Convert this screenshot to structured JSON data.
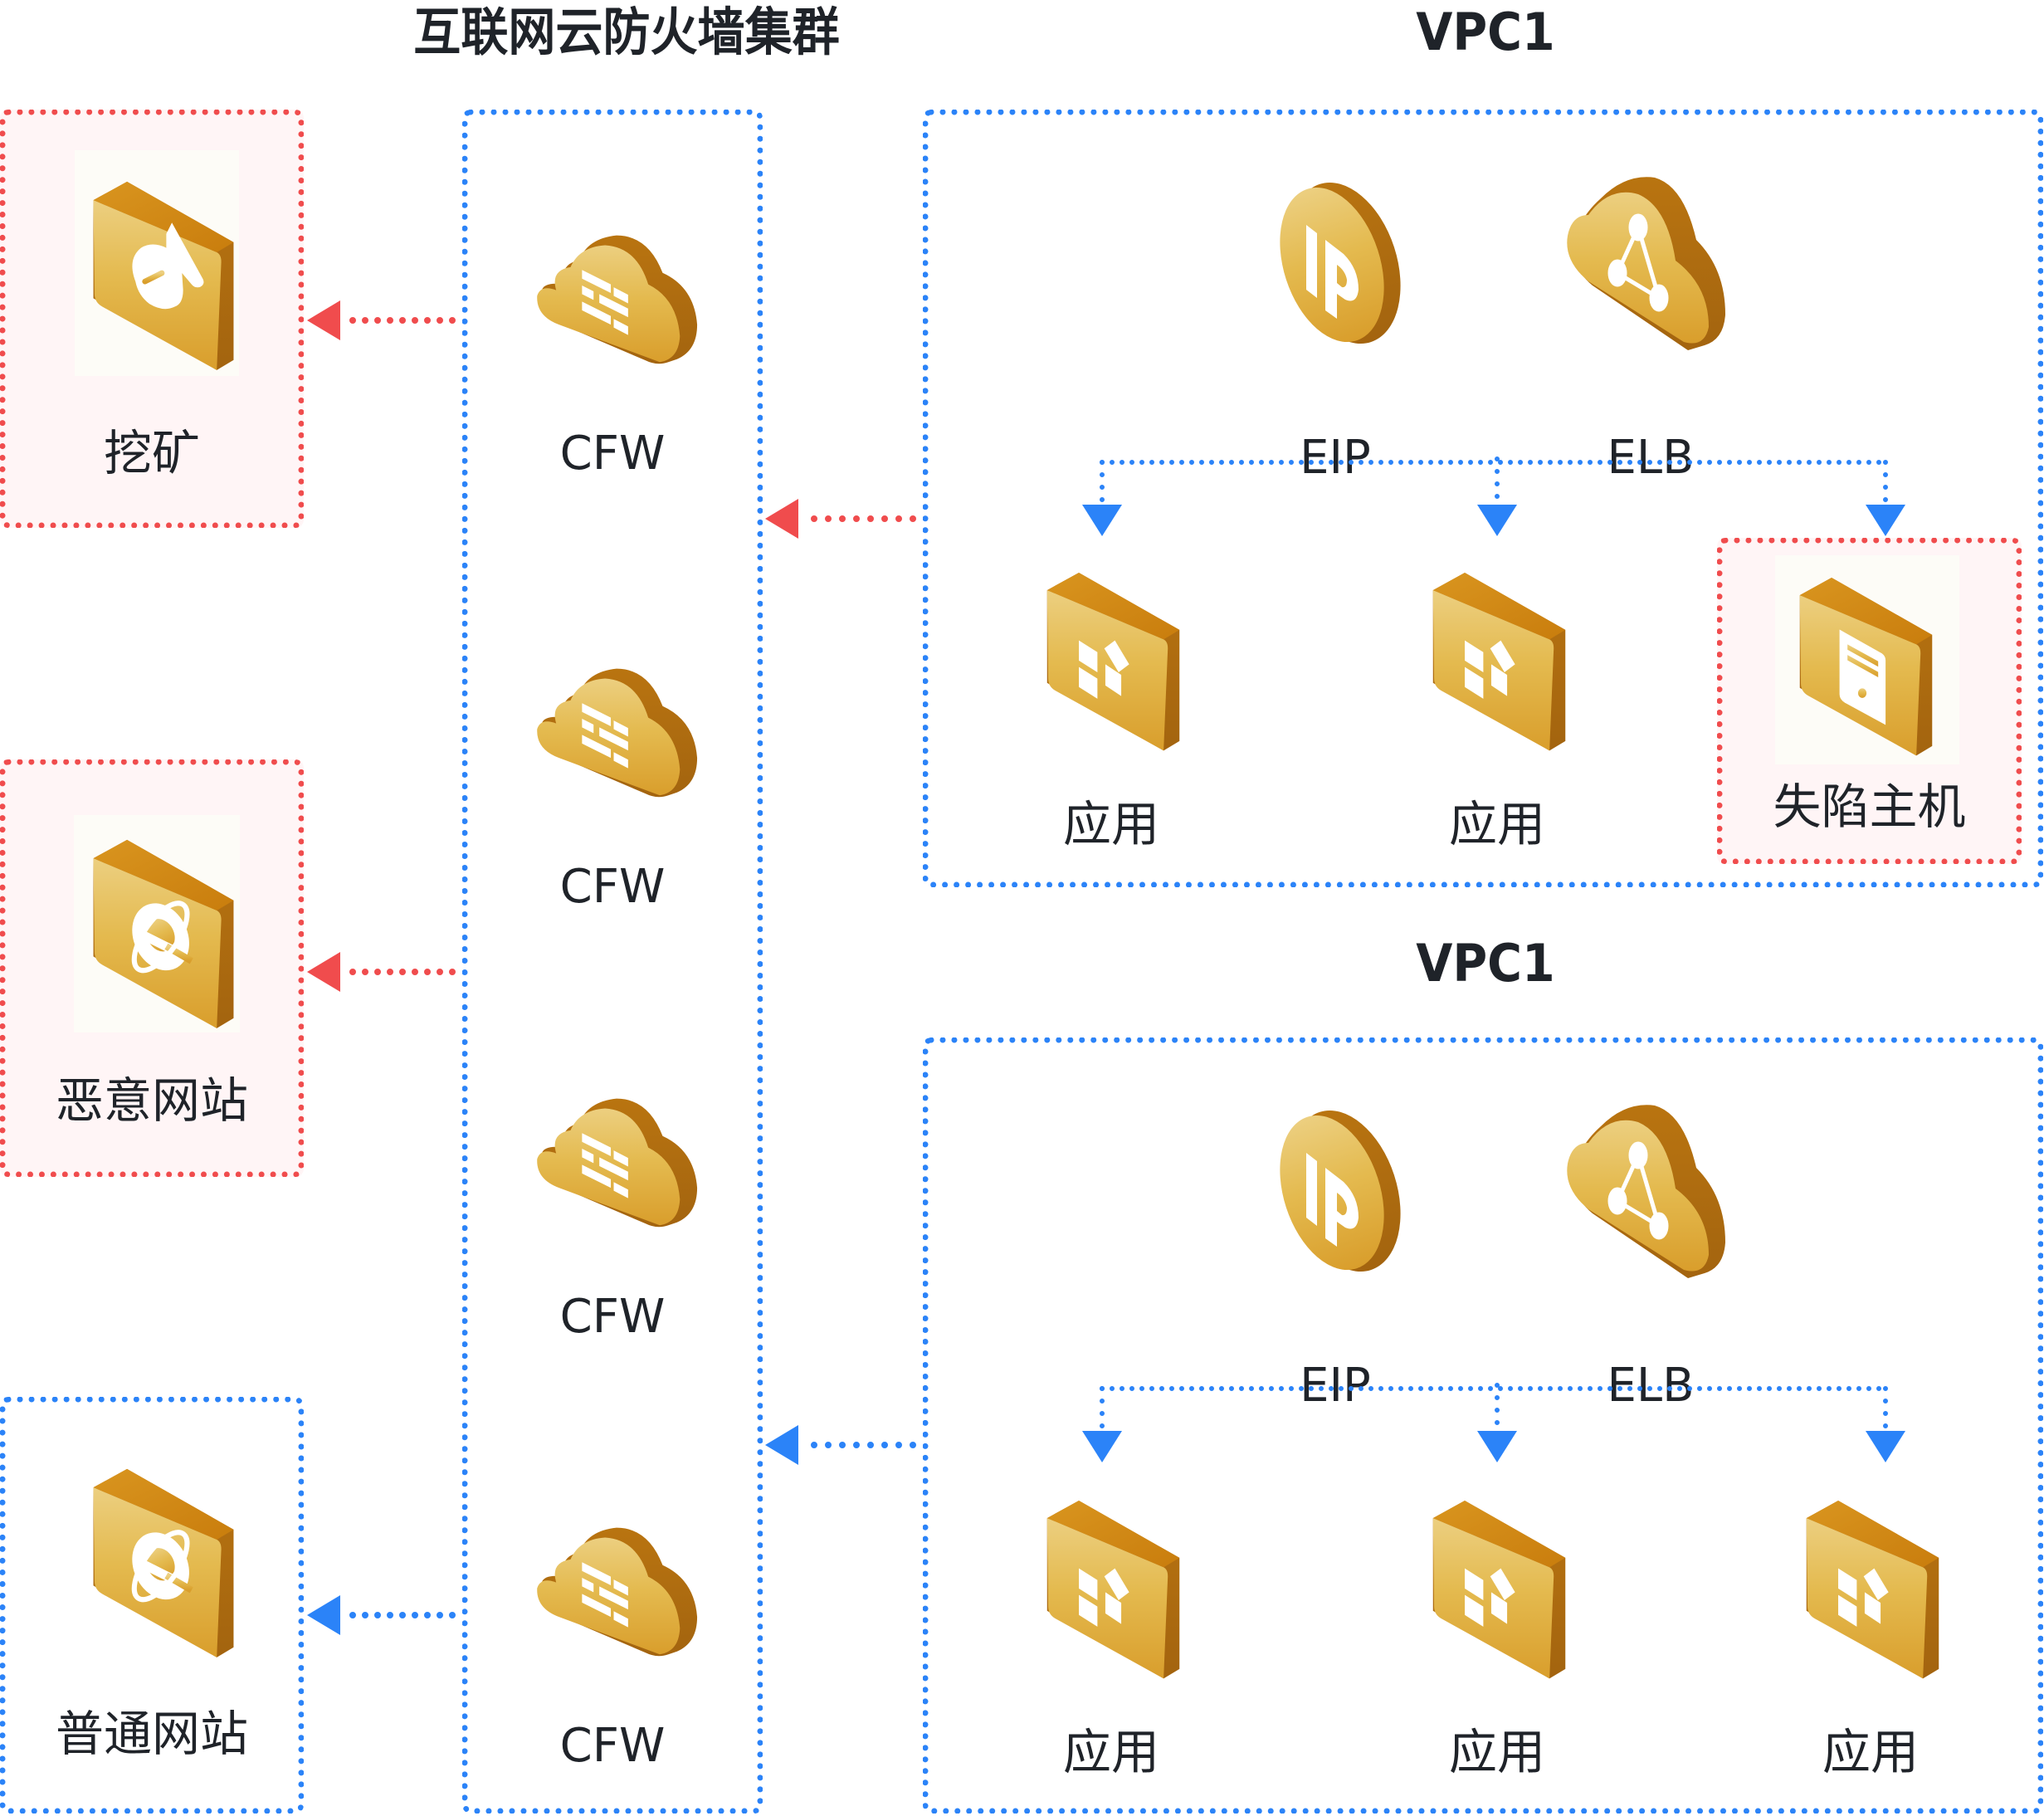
{
  "titles": {
    "cfw_cluster": "互联网云防火墙集群",
    "vpc_top": "VPC1",
    "vpc_bottom": "VPC1"
  },
  "external": {
    "mining": {
      "label": "挖矿",
      "icon": "mining-pickaxe-icon",
      "status": "malicious"
    },
    "malicious_site": {
      "label": "恶意网站",
      "icon": "browser-e-icon",
      "status": "malicious"
    },
    "normal_site": {
      "label": "普通网站",
      "icon": "browser-e-icon",
      "status": "normal"
    }
  },
  "cfw_nodes": [
    {
      "label": "CFW",
      "icon": "cloud-firewall-icon"
    },
    {
      "label": "CFW",
      "icon": "cloud-firewall-icon"
    },
    {
      "label": "CFW",
      "icon": "cloud-firewall-icon"
    },
    {
      "label": "CFW",
      "icon": "cloud-firewall-icon"
    }
  ],
  "vpc_top": {
    "gateway": [
      {
        "label": "EIP",
        "icon": "ip-coin-icon"
      },
      {
        "label": "ELB",
        "icon": "load-balancer-cloud-icon"
      }
    ],
    "apps": [
      {
        "label": "应用",
        "icon": "application-icon",
        "status": "normal"
      },
      {
        "label": "应用",
        "icon": "application-icon",
        "status": "normal"
      },
      {
        "label": "失陷主机",
        "icon": "server-host-icon",
        "status": "compromised"
      }
    ]
  },
  "vpc_bottom": {
    "gateway": [
      {
        "label": "EIP",
        "icon": "ip-coin-icon"
      },
      {
        "label": "ELB",
        "icon": "load-balancer-cloud-icon"
      }
    ],
    "apps": [
      {
        "label": "应用",
        "icon": "application-icon",
        "status": "normal"
      },
      {
        "label": "应用",
        "icon": "application-icon",
        "status": "normal"
      },
      {
        "label": "应用",
        "icon": "application-icon",
        "status": "normal"
      }
    ]
  },
  "colors": {
    "malicious": "#f04c4d",
    "normal": "#2b83f8",
    "icon_gold_light": "#ecd07f",
    "icon_gold_mid": "#e2b243",
    "icon_gold_dark": "#a8690f",
    "malicious_bg": "#fff5f6"
  }
}
